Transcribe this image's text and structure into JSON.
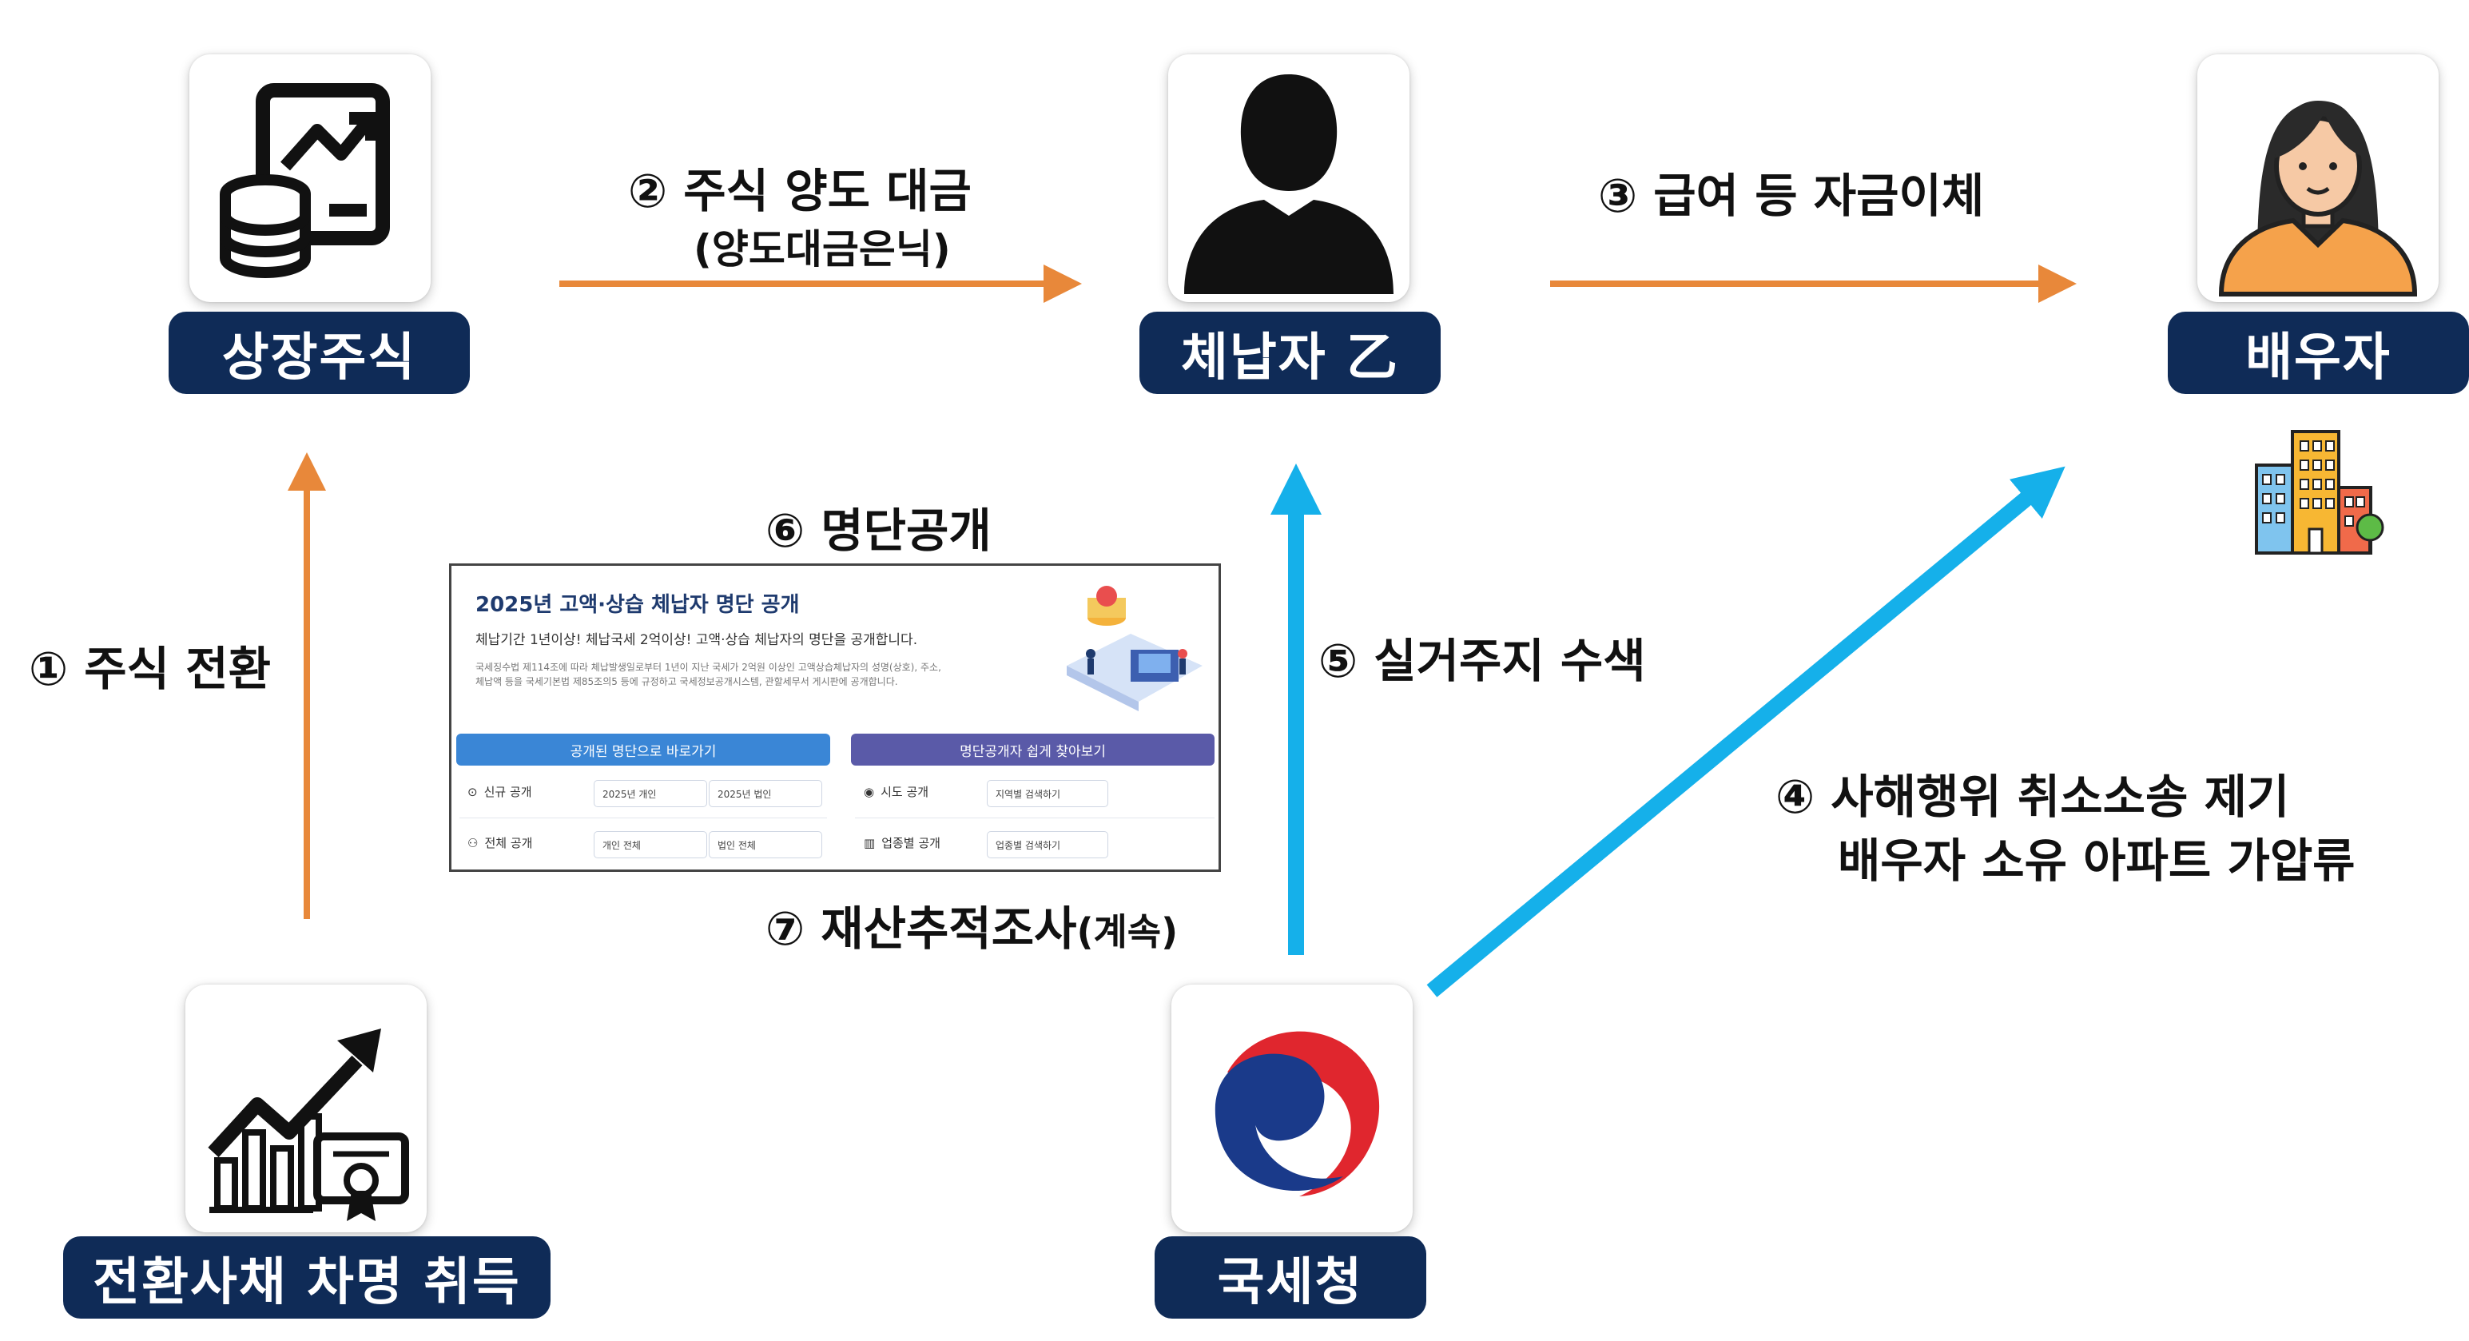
{
  "nodes": {
    "listed_stock": "상장주식",
    "delinquent": "체납자 乙",
    "spouse": "배우자",
    "convertible_bond": "전환사채 차명 취득",
    "nts": "국세청"
  },
  "steps": {
    "s1": "① 주식 전환",
    "s2": "② 주식 양도 대금",
    "s2_sub": "(양도대금은닉)",
    "s3": "③ 급여 등 자금이체",
    "s4a": "④ 사해행위 취소소송 제기",
    "s4b": "배우자 소유 아파트 가압류",
    "s5": "⑤ 실거주지 수색",
    "s6": "⑥ 명단공개",
    "s7_main": "⑦ 재산추적조사",
    "s7_sub": "(계속)"
  },
  "screenshot": {
    "title": "2025년 고액·상습 체납자 명단 공개",
    "desc": "체납기간 1년이상! 체납국세 2억이상! 고액·상습 체납자의 명단을 공개합니다.",
    "fine1": "국세징수법 제114조에 따라 체납발생일로부터 1년이 지난 국세가 2억원 이상인 고액상습체납자의 성명(상호), 주소,",
    "fine2": "체납액 등을 국세기본법 제85조의5 등에 규정하고 국세정보공개시스템, 관할세무서 게시판에 공개합니다.",
    "btn_left": "공개된 명단으로 바로가기",
    "btn_right": "명단공개자 쉽게 찾아보기",
    "row1_label": "신규 공개",
    "row1_chip1": "2025년 개인",
    "row1_chip2": "2025년 법인",
    "row2_label": "전체 공개",
    "row2_chip1": "개인 전체",
    "row2_chip2": "법인 전체",
    "row3_label": "시도 공개",
    "row3_chip": "지역별 검색하기",
    "row4_label": "업종별 공개",
    "row4_chip": "업종별 검색하기"
  },
  "colors": {
    "orange_arrow": "#e8883a",
    "blue_arrow": "#15b0ea",
    "pill_navy": "#0f2b57"
  },
  "icons": {
    "listed_stock": "stock-chart-coins-icon",
    "delinquent": "person-silhouette-icon",
    "spouse": "woman-avatar-icon",
    "convertible_bond": "growth-chart-certificate-icon",
    "nts": "taegeuk-logo-icon",
    "apartment": "apartment-building-icon"
  }
}
